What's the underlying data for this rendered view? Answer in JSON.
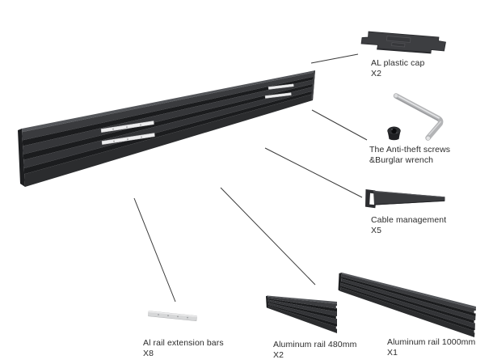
{
  "diagram": {
    "type": "product-parts-diagram",
    "subject": "aluminum rail wall mount kit",
    "parts": [
      {
        "id": "al-plastic-cap",
        "line1": "AL plastic cap",
        "line2": "X2"
      },
      {
        "id": "anti-theft-screws",
        "line1": "The Anti-theft screws",
        "line2": "&Burglar wrench"
      },
      {
        "id": "cable-management",
        "line1": "Cable management",
        "line2": "X5"
      },
      {
        "id": "al-rail-extension-bars",
        "line1": "Al rail extension bars",
        "line2": "X8"
      },
      {
        "id": "aluminum-rail-480mm",
        "line1": "Aluminum rail 480mm",
        "line2": "X2"
      },
      {
        "id": "aluminum-rail-1000mm",
        "line1": "Aluminum rail 1000mm",
        "line2": "X1"
      }
    ],
    "colors": {
      "background": "#ffffff",
      "rail_dark": "#2e2f32",
      "rail_groove": "#1b1c1e",
      "metal_silver": "#d6d7d8",
      "wrench_gray": "#b3b4b6",
      "label_text": "#2b2b2b"
    }
  }
}
